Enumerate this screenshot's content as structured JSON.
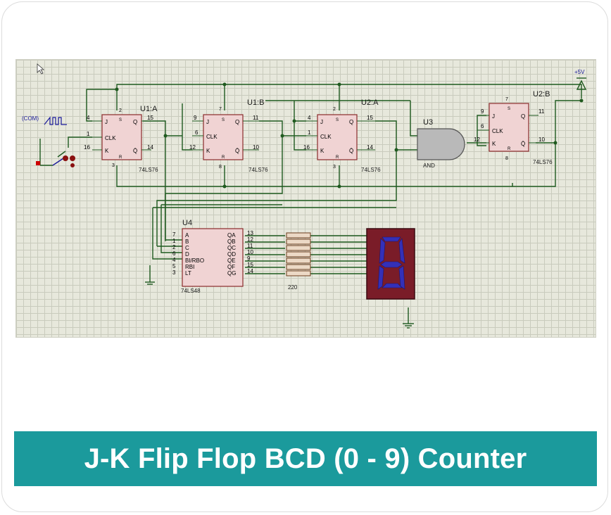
{
  "title": "J-K Flip Flop BCD (0 - 9) Counter",
  "colors": {
    "wire": "#1f5a1f",
    "chip_fill": "#f0d3d3",
    "chip_stroke": "#8a2b2b",
    "display_bg": "#7a1c28",
    "segment": "#3430b8",
    "label_blue": "#1a1a9a",
    "title_bar": "#1b9a9c"
  },
  "schematic": {
    "clock_source": "(COM)",
    "power_label": "+5V",
    "flipflops": [
      {
        "ref": "U1:A",
        "part": "74LS76",
        "pin_j": "4",
        "pin_clk": "1",
        "pin_k": "16",
        "pin_q": "15",
        "pin_qn": "14",
        "pin_s": "2",
        "pin_r": "3",
        "lbl_j": "J",
        "lbl_clk": "CLK",
        "lbl_k": "K",
        "lbl_q": "Q",
        "lbl_qn": "Q̄",
        "lbl_s": "S",
        "lbl_r": "R"
      },
      {
        "ref": "U1:B",
        "part": "74LS76",
        "pin_j": "9",
        "pin_clk": "6",
        "pin_k": "12",
        "pin_q": "11",
        "pin_qn": "10",
        "pin_s": "7",
        "pin_r": "8",
        "lbl_j": "J",
        "lbl_clk": "CLK",
        "lbl_k": "K",
        "lbl_q": "Q",
        "lbl_qn": "Q̄",
        "lbl_s": "S",
        "lbl_r": "R"
      },
      {
        "ref": "U2:A",
        "part": "74LS76",
        "pin_j": "4",
        "pin_clk": "1",
        "pin_k": "16",
        "pin_q": "15",
        "pin_qn": "14",
        "pin_s": "2",
        "pin_r": "3",
        "lbl_j": "J",
        "lbl_clk": "CLK",
        "lbl_k": "K",
        "lbl_q": "Q",
        "lbl_qn": "Q̄",
        "lbl_s": "S",
        "lbl_r": "R"
      },
      {
        "ref": "U2:B",
        "part": "74LS76",
        "pin_j": "9",
        "pin_clk": "6",
        "pin_k": "12",
        "pin_q": "11",
        "pin_qn": "10",
        "pin_s": "7",
        "pin_r": "8",
        "lbl_j": "J",
        "lbl_clk": "CLK",
        "lbl_k": "K",
        "lbl_q": "Q",
        "lbl_qn": "Q̄",
        "lbl_s": "S",
        "lbl_r": "R"
      }
    ],
    "and_gate": {
      "ref": "U3",
      "part": "AND"
    },
    "decoder": {
      "ref": "U4",
      "part": "74LS48",
      "inputs": [
        {
          "pin": "7",
          "name": "A"
        },
        {
          "pin": "1",
          "name": "B"
        },
        {
          "pin": "2",
          "name": "C"
        },
        {
          "pin": "6",
          "name": "D"
        },
        {
          "pin": "4",
          "name": "BI/RBO"
        },
        {
          "pin": "5",
          "name": "RBI"
        },
        {
          "pin": "3",
          "name": "LT"
        }
      ],
      "outputs": [
        {
          "pin": "13",
          "name": "QA"
        },
        {
          "pin": "12",
          "name": "QB"
        },
        {
          "pin": "11",
          "name": "QC"
        },
        {
          "pin": "10",
          "name": "QD"
        },
        {
          "pin": "9",
          "name": "QE"
        },
        {
          "pin": "15",
          "name": "QF"
        },
        {
          "pin": "14",
          "name": "QG"
        }
      ]
    },
    "resistor_value": "220",
    "display_digit": "8"
  }
}
